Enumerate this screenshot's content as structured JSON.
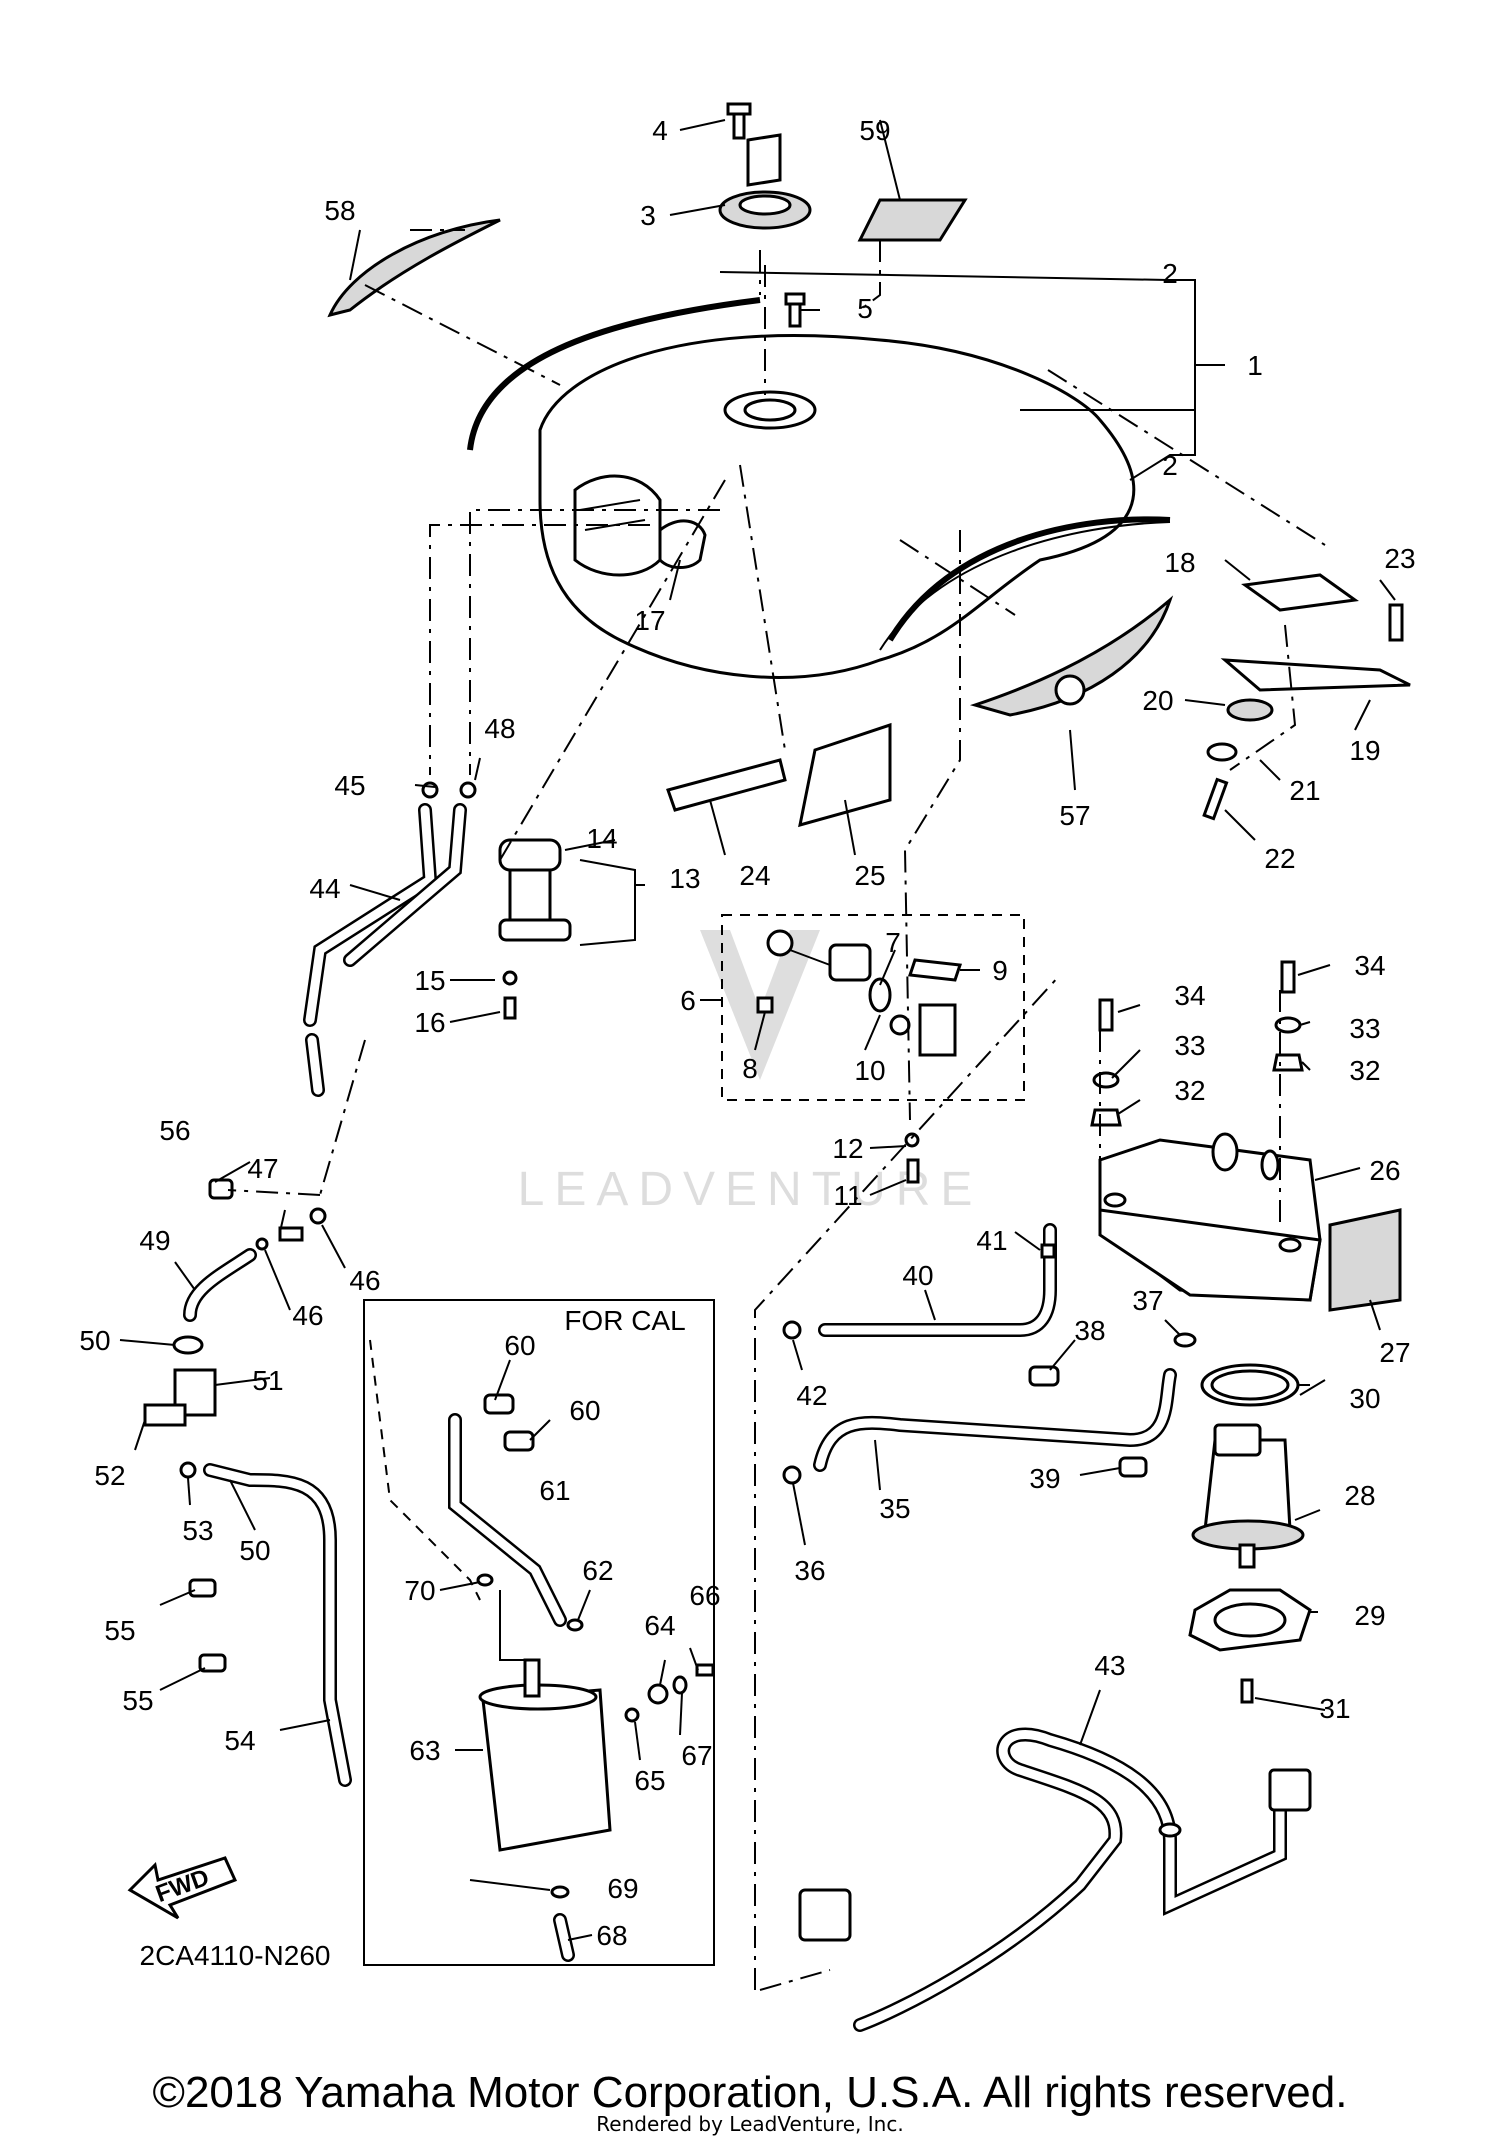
{
  "diagram": {
    "code": "2CA4110-N260",
    "fwd_label": "FWD",
    "inset_label": "FOR CAL",
    "watermark": "LEADVENTURE",
    "callouts": [
      "1",
      "2",
      "2",
      "3",
      "4",
      "5",
      "6",
      "7",
      "8",
      "9",
      "10",
      "11",
      "12",
      "13",
      "14",
      "15",
      "16",
      "17",
      "18",
      "19",
      "20",
      "21",
      "22",
      "23",
      "24",
      "25",
      "26",
      "27",
      "28",
      "29",
      "30",
      "31",
      "32",
      "32",
      "33",
      "33",
      "34",
      "34",
      "35",
      "36",
      "37",
      "38",
      "39",
      "40",
      "41",
      "42",
      "43",
      "44",
      "45",
      "46",
      "46",
      "47",
      "48",
      "49",
      "50",
      "50",
      "51",
      "52",
      "53",
      "54",
      "55",
      "55",
      "56",
      "57",
      "58",
      "59",
      "60",
      "60",
      "61",
      "62",
      "63",
      "64",
      "65",
      "66",
      "67",
      "68",
      "69",
      "70"
    ]
  },
  "footer": {
    "copyright": "©2018 Yamaha Motor Corporation, U.S.A. All rights reserved.",
    "rendered_by": "Rendered by LeadVenture, Inc."
  }
}
